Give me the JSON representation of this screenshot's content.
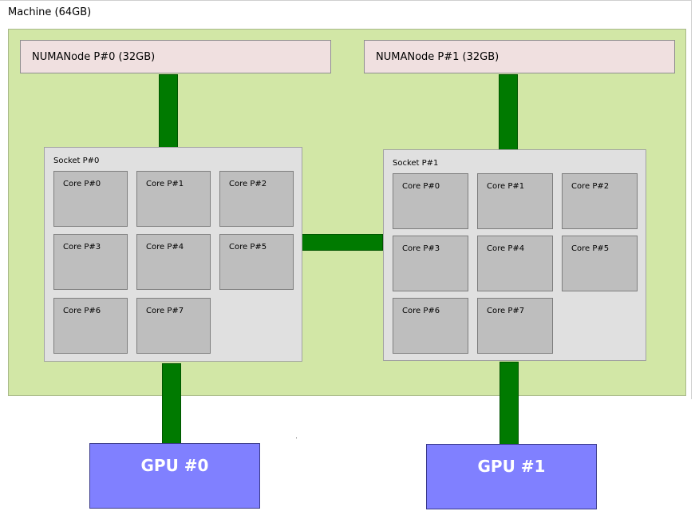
{
  "machine": {
    "label": "Machine (64GB)"
  },
  "numa_nodes": [
    {
      "label": "NUMANode P#0 (32GB)"
    },
    {
      "label": "NUMANode P#1 (32GB)"
    }
  ],
  "sockets": [
    {
      "label": "Socket P#0",
      "cores": [
        "Core P#0",
        "Core P#1",
        "Core P#2",
        "Core P#3",
        "Core P#4",
        "Core P#5",
        "Core P#6",
        "Core P#7"
      ]
    },
    {
      "label": "Socket P#1",
      "cores": [
        "Core P#0",
        "Core P#1",
        "Core P#2",
        "Core P#3",
        "Core P#4",
        "Core P#5",
        "Core P#6",
        "Core P#7"
      ]
    }
  ],
  "gpus": [
    {
      "label": "GPU #0"
    },
    {
      "label": "GPU #1"
    }
  ],
  "colors": {
    "machine_background": "#d2e7a6",
    "numa_node": "#f0e0e0",
    "socket": "#e0e0e0",
    "core": "#bebebe",
    "link": "#007a00",
    "gpu": "#8080ff"
  }
}
